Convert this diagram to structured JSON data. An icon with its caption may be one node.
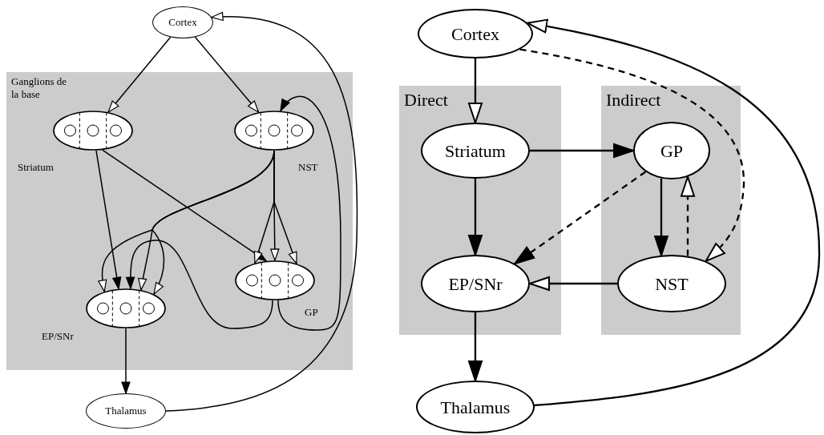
{
  "diagram": {
    "nodes": [
      {
        "text": [
          "Cortex"
        ]
      },
      {
        "text": [
          "Ganglions de la base"
        ]
      },
      {
        "text": [
          "Striatum"
        ],
        "in": 1
      },
      {
        "text": [
          "NST"
        ],
        "in": 1
      },
      {
        "text": [
          "EP/SNr"
        ],
        "in": 1
      },
      {
        "text": [
          "GP"
        ],
        "in": 1
      },
      {
        "text": [
          "Thalamus"
        ]
      },
      {
        "text": [
          "Cortex"
        ]
      },
      {
        "text": [
          "Direct"
        ]
      },
      {
        "text": [
          "Striatum"
        ],
        "in": 8
      },
      {
        "text": [
          "EP/SNr"
        ],
        "in": 8
      },
      {
        "text": [
          "Indirect"
        ]
      },
      {
        "text": [
          "GP"
        ],
        "in": 11
      },
      {
        "text": [
          "NST"
        ],
        "in": 11
      },
      {
        "text": [
          "Thalamus"
        ]
      }
    ],
    "edges": [
      {
        "from": 0,
        "to": 2,
        "arrow": "to"
      },
      {
        "from": 0,
        "to": 3,
        "arrow": "to"
      },
      {
        "from": 6,
        "to": 0,
        "arrow": "to"
      },
      {
        "from": 2,
        "to": 4,
        "arrow": "to"
      },
      {
        "from": 2,
        "to": 5,
        "arrow": "to"
      },
      {
        "from": 3,
        "to": 4,
        "arrow": "to"
      },
      {
        "from": 3,
        "to": 4,
        "arrow": "to"
      },
      {
        "from": 3,
        "to": 4,
        "arrow": "to"
      },
      {
        "from": 3,
        "to": 5,
        "arrow": "to"
      },
      {
        "from": 3,
        "to": 5,
        "arrow": "to"
      },
      {
        "from": 3,
        "to": 5,
        "arrow": "to"
      },
      {
        "from": 5,
        "to": 4,
        "arrow": "to"
      },
      {
        "from": 5,
        "to": 3,
        "arrow": "to"
      },
      {
        "from": 4,
        "to": 6,
        "arrow": "to"
      },
      {
        "from": 7,
        "to": 9,
        "arrow": "to"
      },
      {
        "from": 9,
        "to": 12,
        "arrow": "to"
      },
      {
        "from": 9,
        "to": 10,
        "arrow": "to"
      },
      {
        "from": 12,
        "to": 10,
        "arrow": "to",
        "style": "dashed"
      },
      {
        "from": 12,
        "to": 13,
        "arrow": "to"
      },
      {
        "from": 13,
        "to": 12,
        "arrow": "to",
        "style": "dashed"
      },
      {
        "from": 7,
        "to": 13,
        "arrow": "to",
        "style": "dashed"
      },
      {
        "from": 13,
        "to": 10,
        "arrow": "to"
      },
      {
        "from": 10,
        "to": 14,
        "arrow": "to"
      },
      {
        "from": 14,
        "to": 7,
        "arrow": "to"
      }
    ]
  }
}
